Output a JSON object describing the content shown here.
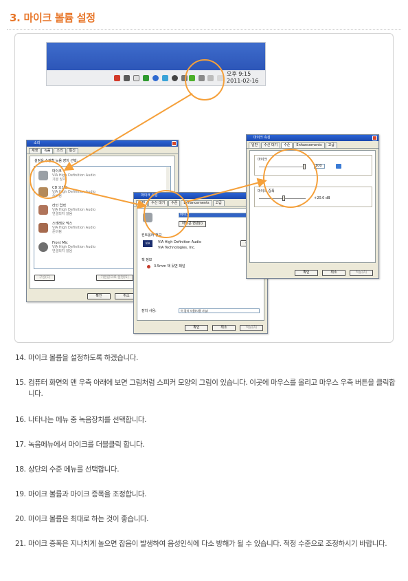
{
  "page": {
    "title": "3. 마이크 볼륨 설정"
  },
  "taskbar": {
    "clock_time": "오후 9:15",
    "clock_date": "2011-02-16"
  },
  "sound_window": {
    "title": "소리",
    "tabs": [
      "재생",
      "녹음",
      "소리",
      "통신"
    ],
    "instruction": "설정을 수정할 녹음 장치 선택:",
    "devices": [
      {
        "name": "마이크",
        "desc": "VIA High Definition Audio",
        "status": "기본 장치"
      },
      {
        "name": "CD 오디오",
        "desc": "VIA High Definition Audio",
        "status": "준비됨"
      },
      {
        "name": "라인 입력",
        "desc": "VIA High Definition Audio",
        "status": "연결되지 않음"
      },
      {
        "name": "스테레오 믹스",
        "desc": "VIA High Definition Audio",
        "status": "준비됨"
      },
      {
        "name": "Front Mic",
        "desc": "VIA High Definition Audio",
        "status": "연결되지 않음"
      }
    ],
    "configure_button": "구성(C)",
    "set_default_button": "기본값으로 설정(S)",
    "ok_button": "확인",
    "cancel_button": "취소"
  },
  "mic_properties_window": {
    "title": "마이크 속성",
    "tabs": [
      "일반",
      "수신 대기",
      "수준",
      "Enhancements",
      "고급"
    ],
    "name_value": "마이크",
    "change_icon_button": "아이콘 변경(I)",
    "controller_group_label": "컨트롤러 정보",
    "controller_name": "VIA High Definition Audio",
    "controller_vendor": "VIA Technologies, Inc.",
    "controller_logo": "VIA",
    "properties_button": "속성(P)",
    "jack_group_label": "잭 정보",
    "jack_info": "3.5mm 잭 뒷면 패널",
    "device_usage_label": "장치 사용:",
    "device_usage_value": "이 장치 사용(사용 가능)",
    "ok_button": "확인",
    "cancel_button": "취소",
    "apply_button": "적용(A)"
  },
  "levels_window": {
    "title": "마이크 속성",
    "tabs": [
      "일반",
      "수신 대기",
      "수준",
      "Enhancements",
      "고급"
    ],
    "mic_label": "마이크",
    "mic_value": "100",
    "boost_label": "마이크 증폭",
    "boost_value": "+20.0 dB",
    "ok_button": "확인",
    "cancel_button": "취소",
    "apply_button": "적용(A)"
  },
  "steps": [
    {
      "num": "14.",
      "text": "마이크 볼륨을 설정하도록 하겠습니다."
    },
    {
      "num": "15.",
      "text": "컴퓨터 화면의 맨 우측 아래에 보면 그림처럼 스피커 모양의 그림이 있습니다. 이곳에 마우스를 올리고 마우스 우측 버튼을 클릭합니다."
    },
    {
      "num": "16.",
      "text": "나타나는 메뉴 중 녹음장치를 선택합니다."
    },
    {
      "num": "17.",
      "text": "녹음메뉴에서 마이크를 더블클릭 합니다."
    },
    {
      "num": "18.",
      "text": "상단의 수준 메뉴를 선택합니다."
    },
    {
      "num": "19.",
      "text": "마이크 볼륨과 마이크 증폭을 조정합니다."
    },
    {
      "num": "20.",
      "text": "마이크 볼륨은 최대로 하는 것이 좋습니다."
    },
    {
      "num": "21.",
      "text": "마이크 증폭은 지나치게 높으면 잡음이 발생하여 음성인식에 다소 방해가 될 수 있습니다. 적정 수준으로 조정하시기 바랍니다."
    }
  ],
  "colors": {
    "title_accent": "#e8782c",
    "annotation_orange": "#f5a03a",
    "xp_titlebar": "#2b63d6",
    "window_body": "#ece9d8"
  }
}
